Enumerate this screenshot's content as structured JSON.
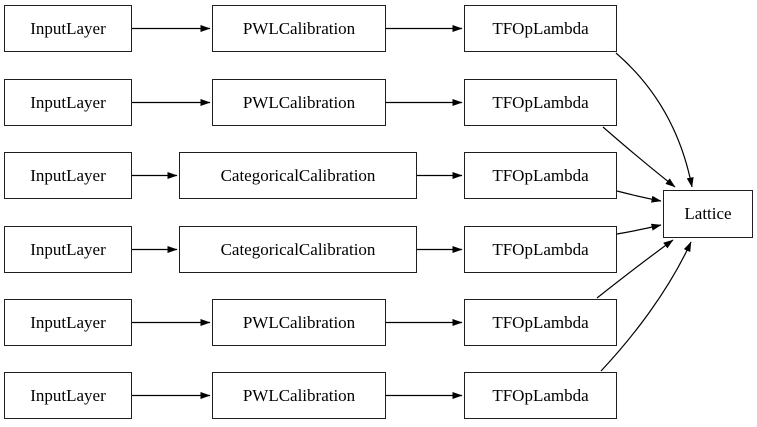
{
  "diagram": {
    "title": "keras-model-graph",
    "colors": {
      "background": "#ffffff",
      "node_fill": "#ffffff",
      "node_border": "#1f1f1f",
      "edge": "#000000",
      "text": "#000000"
    },
    "nodes": [
      {
        "label": "InputLayer",
        "row": 1,
        "col": "input"
      },
      {
        "label": "PWLCalibration",
        "row": 1,
        "col": "calibration"
      },
      {
        "label": "TFOpLambda",
        "row": 1,
        "col": "lambda"
      },
      {
        "label": "InputLayer",
        "row": 2,
        "col": "input"
      },
      {
        "label": "PWLCalibration",
        "row": 2,
        "col": "calibration"
      },
      {
        "label": "TFOpLambda",
        "row": 2,
        "col": "lambda"
      },
      {
        "label": "InputLayer",
        "row": 3,
        "col": "input"
      },
      {
        "label": "CategoricalCalibration",
        "row": 3,
        "col": "calibration"
      },
      {
        "label": "TFOpLambda",
        "row": 3,
        "col": "lambda"
      },
      {
        "label": "InputLayer",
        "row": 4,
        "col": "input"
      },
      {
        "label": "CategoricalCalibration",
        "row": 4,
        "col": "calibration"
      },
      {
        "label": "TFOpLambda",
        "row": 4,
        "col": "lambda"
      },
      {
        "label": "InputLayer",
        "row": 5,
        "col": "input"
      },
      {
        "label": "PWLCalibration",
        "row": 5,
        "col": "calibration"
      },
      {
        "label": "TFOpLambda",
        "row": 5,
        "col": "lambda"
      },
      {
        "label": "InputLayer",
        "row": 6,
        "col": "input"
      },
      {
        "label": "PWLCalibration",
        "row": 6,
        "col": "calibration"
      },
      {
        "label": "TFOpLambda",
        "row": 6,
        "col": "lambda"
      },
      {
        "label": "Lattice",
        "row": "center",
        "col": "output"
      }
    ],
    "edges": [
      {
        "from": 0,
        "to": 1
      },
      {
        "from": 1,
        "to": 2
      },
      {
        "from": 2,
        "to": 18
      },
      {
        "from": 3,
        "to": 4
      },
      {
        "from": 4,
        "to": 5
      },
      {
        "from": 5,
        "to": 18
      },
      {
        "from": 6,
        "to": 7
      },
      {
        "from": 7,
        "to": 8
      },
      {
        "from": 8,
        "to": 18
      },
      {
        "from": 9,
        "to": 10
      },
      {
        "from": 10,
        "to": 11
      },
      {
        "from": 11,
        "to": 18
      },
      {
        "from": 12,
        "to": 13
      },
      {
        "from": 13,
        "to": 14
      },
      {
        "from": 14,
        "to": 18
      },
      {
        "from": 15,
        "to": 16
      },
      {
        "from": 16,
        "to": 17
      },
      {
        "from": 17,
        "to": 18
      }
    ]
  }
}
